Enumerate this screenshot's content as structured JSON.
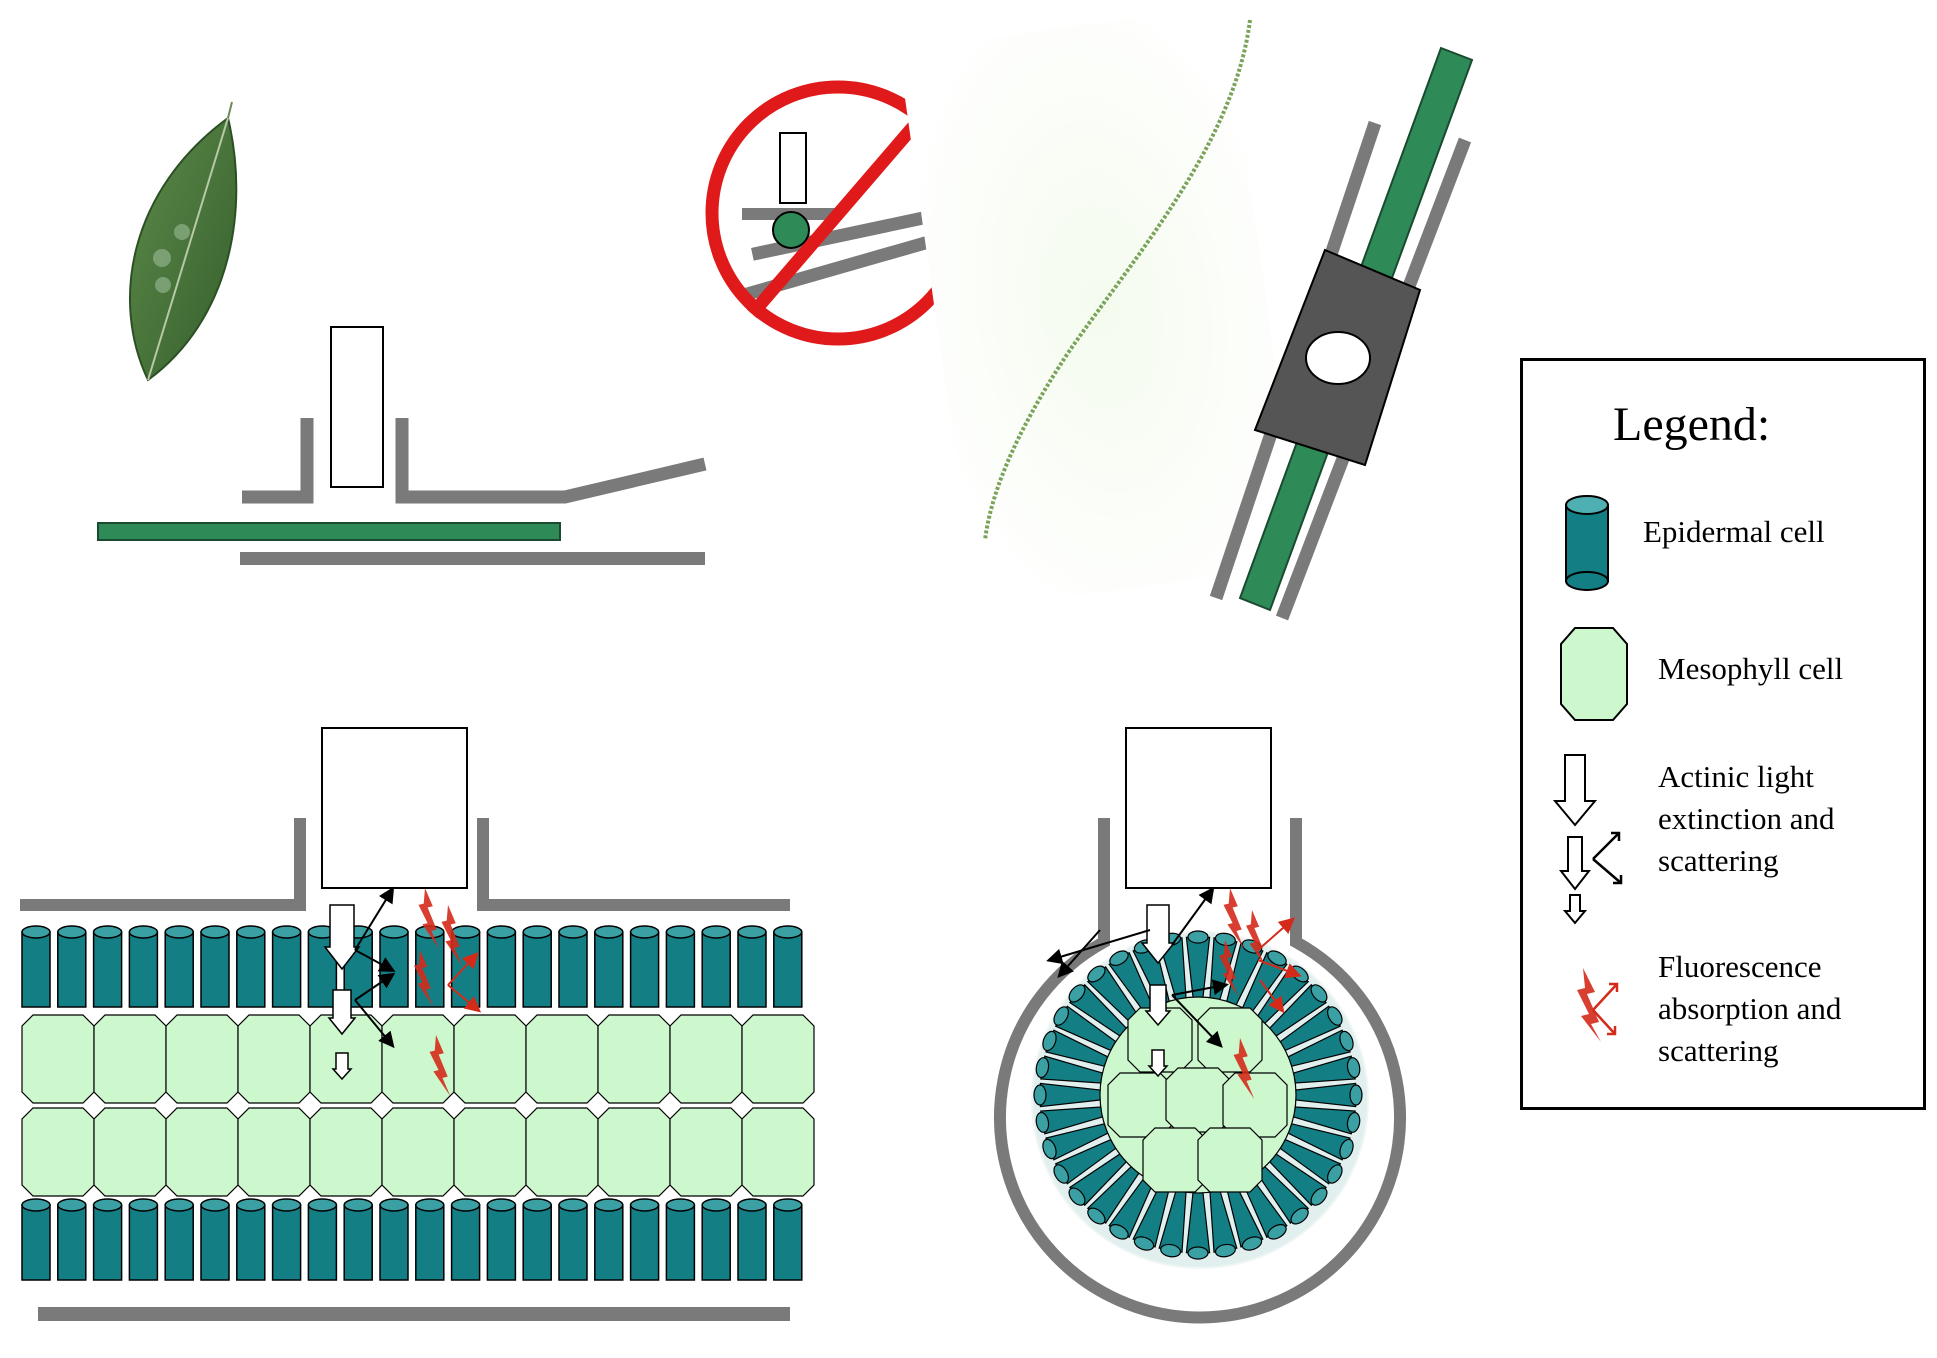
{
  "legend": {
    "title": "Legend:",
    "items": [
      {
        "label": "Epidermal cell",
        "icon": "epidermal-cell-icon",
        "color": "#137f85"
      },
      {
        "label": "Mesophyll cell",
        "icon": "mesophyll-cell-icon",
        "color": "#cdf7cd"
      },
      {
        "label_lines": [
          "Actinic light",
          "extinction and",
          "scattering"
        ],
        "icon": "actinic-light-arrows-icon"
      },
      {
        "label_lines": [
          "Fluorescence",
          "absorption and",
          "scattering"
        ],
        "icon": "fluorescence-arrows-icon",
        "color": "#d42a1a"
      }
    ]
  },
  "colors": {
    "epidermal": "#137f85",
    "mesophyll": "#cdf7cd",
    "clip_gray": "#7a7a7a",
    "leaf_strip": "#2e8b57",
    "prohibit_red": "#e0191b"
  }
}
